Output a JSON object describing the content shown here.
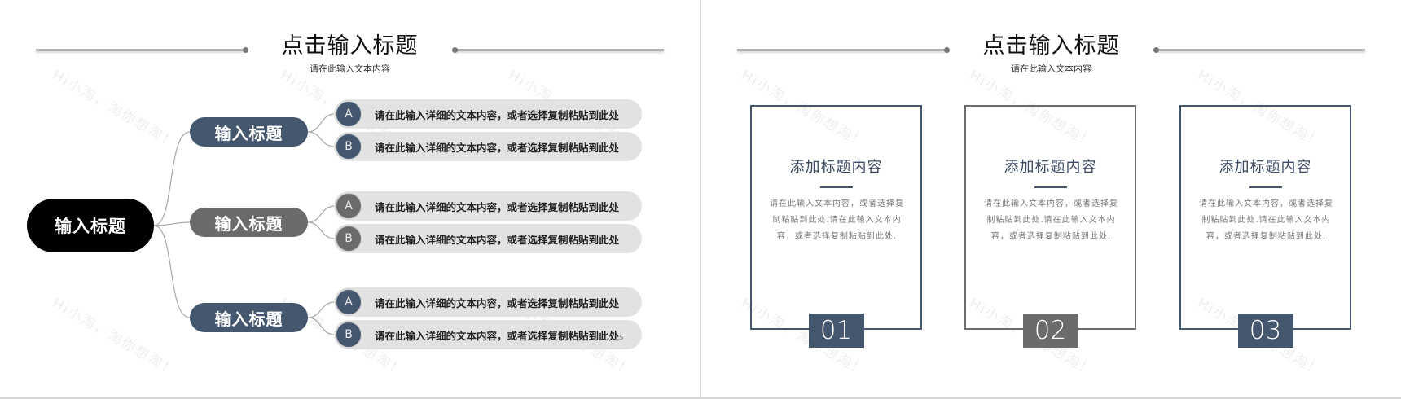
{
  "colors": {
    "navy": "#45566f",
    "gray": "#6b6b6b",
    "black": "#000000",
    "pill_bg": "#e2e2e2"
  },
  "watermark": "Hi小淘，淘你想淘！",
  "left_slide": {
    "header": {
      "title": "点击输入标题",
      "subtitle": "请在此输入文本内容"
    },
    "mindmap": {
      "root": "输入标题",
      "branches": [
        {
          "label": "输入标题",
          "color": "navy",
          "items": [
            {
              "badge": "A",
              "text": "请在此输入详细的文本内容，或者选择复制粘贴到此处",
              "tail": ""
            },
            {
              "badge": "B",
              "text": "请在此输入详细的文本内容，或者选择复制粘贴到此处",
              "tail": ""
            }
          ]
        },
        {
          "label": "输入标题",
          "color": "gray",
          "items": [
            {
              "badge": "A",
              "text": "请在此输入详细的文本内容，或者选择复制粘贴到此处",
              "tail": ""
            },
            {
              "badge": "B",
              "text": "请在此输入详细的文本内容，或者选择复制粘贴到此处",
              "tail": ""
            }
          ]
        },
        {
          "label": "输入标题",
          "color": "navy",
          "items": [
            {
              "badge": "A",
              "text": "请在此输入详细的文本内容，或者选择复制粘贴到此处",
              "tail": ""
            },
            {
              "badge": "B",
              "text": "请在此输入详细的文本内容，或者选择复制粘贴到此处",
              "tail": "s"
            }
          ]
        }
      ]
    }
  },
  "right_slide": {
    "header": {
      "title": "点击输入标题",
      "subtitle": "请在此输入文本内容"
    },
    "cards": [
      {
        "title": "添加标题内容",
        "body": "请在此输入文本内容，或者选择复制粘贴到此处.请在此输入文本内容，或者选择复制粘贴到此处.",
        "number": "01",
        "color": "navy"
      },
      {
        "title": "添加标题内容",
        "body": "请在此输入文本内容，或者选择复制粘贴到此处.请在此输入文本内容，或者选择复制粘贴到此处.",
        "number": "02",
        "color": "gray"
      },
      {
        "title": "添加标题内容",
        "body": "请在此输入文本内容，或者选择复制粘贴到此处.请在此输入文本内容，或者选择复制粘贴到此处.",
        "number": "03",
        "color": "navy"
      }
    ]
  }
}
